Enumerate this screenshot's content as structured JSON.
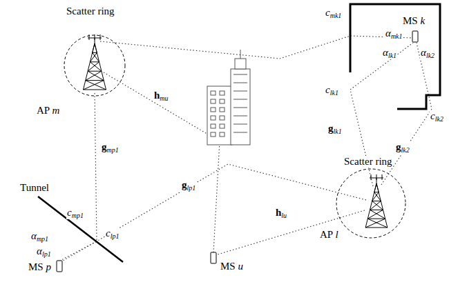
{
  "diagram": {
    "labels": [
      "Scatter ring",
      "Scatter ring",
      "AP m",
      "AP l",
      "MS k",
      "MS p",
      "MS u",
      "Tunnel",
      "hmu",
      "gmp1",
      "glp1",
      "hlu",
      "glk1",
      "glk2",
      "cmk1",
      "clk1",
      "clk2",
      "cmp1",
      "clp1",
      "αmk1",
      "αlk1",
      "αlk2",
      "αmp1",
      "αlp1"
    ]
  }
}
